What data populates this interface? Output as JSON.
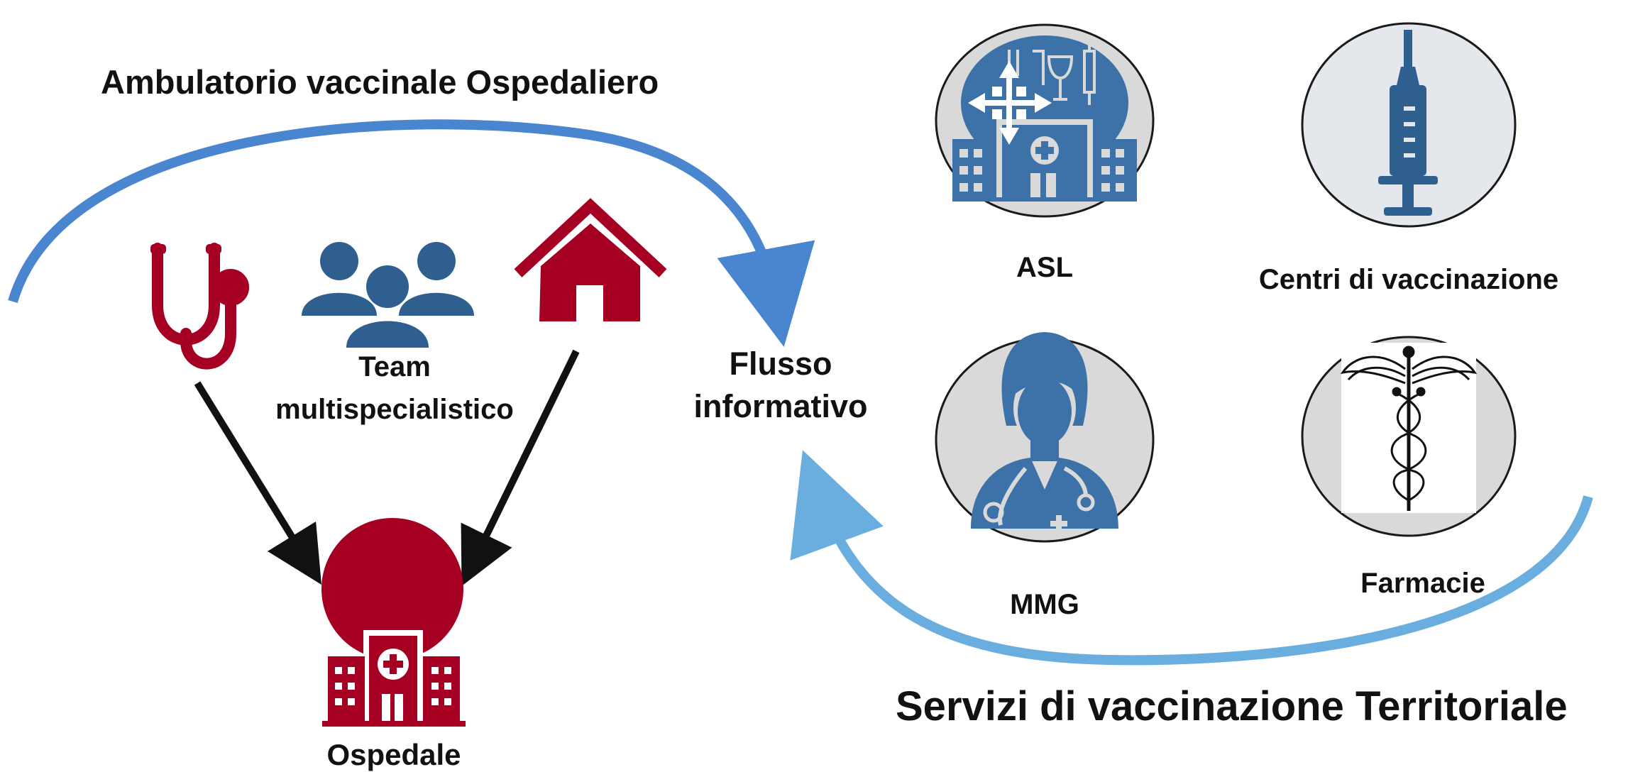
{
  "left_section": {
    "title": "Ambulatorio vaccinale Ospedaliero",
    "team_label_line1": "Team",
    "team_label_line2": "multispecialistico",
    "hospital_label": "Ospedale"
  },
  "center": {
    "flow_label_line1": "Flusso",
    "flow_label_line2": "informativo"
  },
  "right_section": {
    "title": "Servizi di vaccinazione Territoriale",
    "services": [
      {
        "label": "ASL",
        "icon": "hospital-icon"
      },
      {
        "label": "Centri di vaccinazione",
        "icon": "syringe-icon"
      },
      {
        "label": "MMG",
        "icon": "doctor-icon"
      },
      {
        "label": "Farmacie",
        "icon": "caduceus-icon"
      }
    ]
  },
  "colors": {
    "hospital_red": "#A50021",
    "steel_blue": "#2F5F8F",
    "arrow_blue_top": "#4A86D0",
    "arrow_blue_bottom": "#6AAEDF",
    "circle_fill": "#D9D9D9",
    "circle_stroke": "#1A1A1A"
  }
}
